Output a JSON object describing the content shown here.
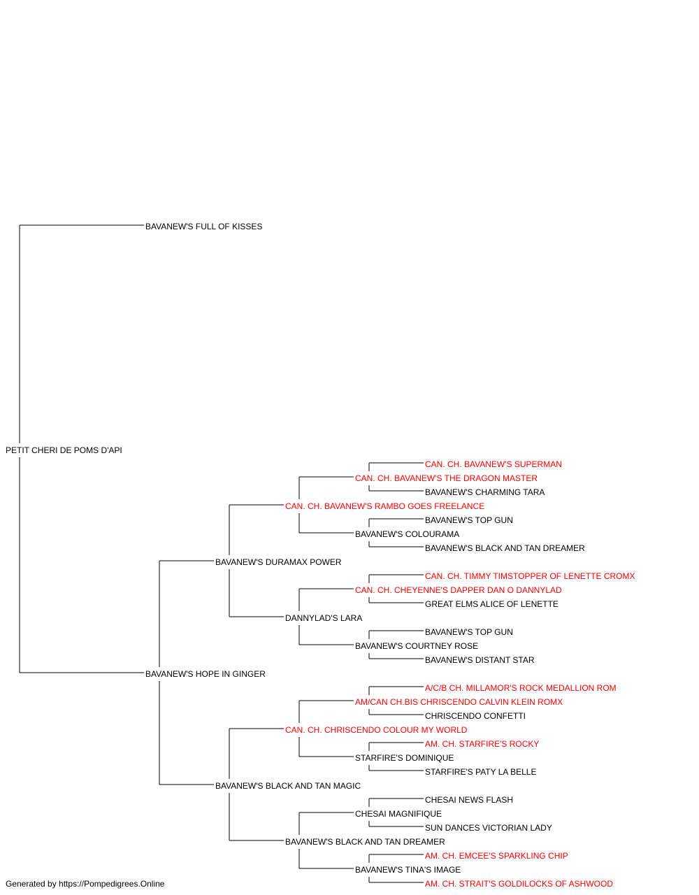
{
  "colors": {
    "champion": "#ff0000",
    "regular": "#000000",
    "line": "#000000"
  },
  "pedigree": {
    "root": {
      "id": "root",
      "name": "PETIT CHERI DE POMS D'API",
      "champion": false
    },
    "dogs": [
      {
        "id": "s",
        "parent": "root",
        "name": "BAVANEW'S FULL OF KISSES",
        "champion": false
      },
      {
        "id": "d",
        "parent": "root",
        "name": "BAVANEW'S HOPE IN GINGER",
        "champion": false
      },
      {
        "id": "ds",
        "parent": "d",
        "name": "BAVANEW'S DURAMAX POWER",
        "champion": false
      },
      {
        "id": "dd",
        "parent": "d",
        "name": "BAVANEW'S BLACK AND TAN MAGIC",
        "champion": false
      },
      {
        "id": "dss",
        "parent": "ds",
        "name": "CAN. CH. BAVANEW'S RAMBO GOES FREELANCE",
        "champion": true
      },
      {
        "id": "dsd",
        "parent": "ds",
        "name": "DANNYLAD'S LARA",
        "champion": false
      },
      {
        "id": "dds",
        "parent": "dd",
        "name": "CAN. CH. CHRISCENDO COLOUR MY WORLD",
        "champion": true
      },
      {
        "id": "ddd",
        "parent": "dd",
        "name": "BAVANEW'S BLACK AND TAN DREAMER",
        "champion": false
      },
      {
        "id": "dsss",
        "parent": "dss",
        "name": "CAN. CH. BAVANEW'S THE DRAGON MASTER",
        "champion": true
      },
      {
        "id": "dssd",
        "parent": "dss",
        "name": "BAVANEW'S COLOURAMA",
        "champion": false
      },
      {
        "id": "dsds",
        "parent": "dsd",
        "name": "CAN. CH. CHEYENNE'S DAPPER DAN O DANNYLAD",
        "champion": true
      },
      {
        "id": "dsdd",
        "parent": "dsd",
        "name": "BAVANEW'S COURTNEY ROSE",
        "champion": false
      },
      {
        "id": "ddss",
        "parent": "dds",
        "name": "AM/CAN CH.BIS CHRISCENDO CALVIN KLEIN ROMX",
        "champion": true
      },
      {
        "id": "ddsd",
        "parent": "dds",
        "name": "STARFIRE'S DOMINIQUE",
        "champion": false
      },
      {
        "id": "ddds",
        "parent": "ddd",
        "name": "CHESAI MAGNIFIQUE",
        "champion": false
      },
      {
        "id": "dddd",
        "parent": "ddd",
        "name": "BAVANEW'S TINA'S IMAGE",
        "champion": false
      },
      {
        "id": "dssss",
        "parent": "dsss",
        "name": "CAN. CH. BAVANEW'S SUPERMAN",
        "champion": true
      },
      {
        "id": "dsssd",
        "parent": "dsss",
        "name": "BAVANEW'S CHARMING TARA",
        "champion": false
      },
      {
        "id": "dssds",
        "parent": "dssd",
        "name": "BAVANEW'S TOP GUN",
        "champion": false
      },
      {
        "id": "dssdd",
        "parent": "dssd",
        "name": "BAVANEW'S BLACK AND TAN DREAMER",
        "champion": false
      },
      {
        "id": "dsdss",
        "parent": "dsds",
        "name": "CAN. CH. TIMMY TIMSTOPPER OF LENETTE CROMX",
        "champion": true
      },
      {
        "id": "dsdsd",
        "parent": "dsds",
        "name": "GREAT ELMS ALICE OF LENETTE",
        "champion": false
      },
      {
        "id": "dsdds",
        "parent": "dsdd",
        "name": "BAVANEW'S TOP GUN",
        "champion": false
      },
      {
        "id": "dsddd",
        "parent": "dsdd",
        "name": "BAVANEW'S DISTANT STAR",
        "champion": false
      },
      {
        "id": "ddsss",
        "parent": "ddss",
        "name": "A/C/B CH. MILLAMOR'S ROCK MEDALLION ROM",
        "champion": true
      },
      {
        "id": "ddssd",
        "parent": "ddss",
        "name": "CHRISCENDO CONFETTI",
        "champion": false
      },
      {
        "id": "ddsds",
        "parent": "ddsd",
        "name": "AM. CH. STARFIRE'S ROCKY",
        "champion": true
      },
      {
        "id": "ddsdd",
        "parent": "ddsd",
        "name": "STARFIRE'S PATY LA BELLE",
        "champion": false
      },
      {
        "id": "dddss",
        "parent": "ddds",
        "name": "CHESAI NEWS FLASH",
        "champion": false
      },
      {
        "id": "dddsd",
        "parent": "ddds",
        "name": "SUN DANCES VICTORIAN LADY",
        "champion": false
      },
      {
        "id": "dddds",
        "parent": "dddd",
        "name": "AM. CH. EMCEE'S SPARKLING CHIP",
        "champion": true
      },
      {
        "id": "ddddd",
        "parent": "dddd",
        "name": "AM. CH. STRAIT'S GOLDILOCKS OF ASHWOOD",
        "champion": true
      }
    ]
  },
  "footer": {
    "text": "Generated by https://Pompedigrees.Online"
  }
}
